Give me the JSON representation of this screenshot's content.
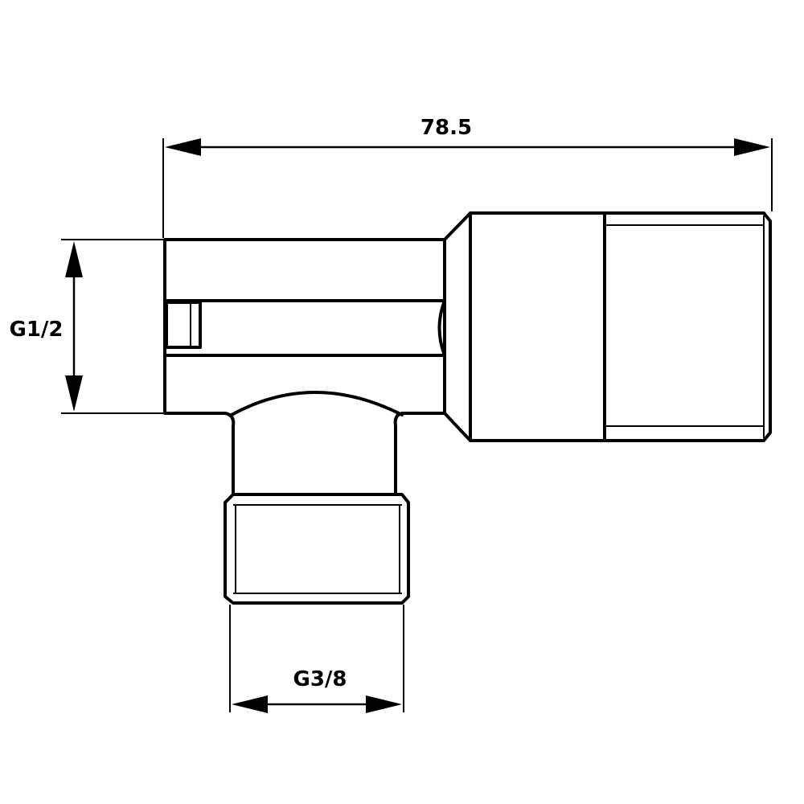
{
  "dimensions": {
    "overall_length": "78.5",
    "inlet_thread": "G1/2",
    "outlet_thread": "G3/8"
  }
}
